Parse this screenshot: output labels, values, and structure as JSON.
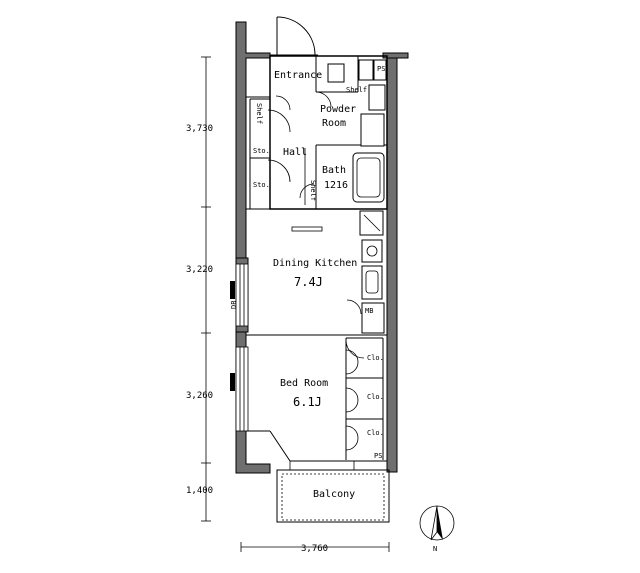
{
  "plan": {
    "rooms": {
      "entrance": "Entrance",
      "powder_room_line1": "Powder",
      "powder_room_line2": "Room",
      "hall": "Hall",
      "bath_label": "Bath",
      "bath_size": "1216",
      "dining_kitchen": "Dining Kitchen",
      "dining_kitchen_area": "7.4J",
      "bed_room": "Bed Room",
      "bed_room_area": "6.1J",
      "balcony": "Balcony"
    },
    "storage": {
      "sto_1": "Sto.",
      "sto_2": "Sto.",
      "clo_1": "Clo.",
      "clo_2": "Clo.",
      "clo_3": "Clo.",
      "shelf_1": "Shelf",
      "shelf_2": "Shelf",
      "shelf_3": "Shelf",
      "ps_1": "PS",
      "ps_2": "PS",
      "mb": "MB",
      "db": "DB"
    },
    "dimensions": {
      "height_1": "3,730",
      "height_2": "3,220",
      "height_3": "3,260",
      "height_4": "1,400",
      "width_total": "3,760"
    },
    "compass": {
      "label": "N"
    },
    "colors": {
      "wall": "#6f6f6f",
      "line": "#000000",
      "background": "#ffffff"
    }
  }
}
